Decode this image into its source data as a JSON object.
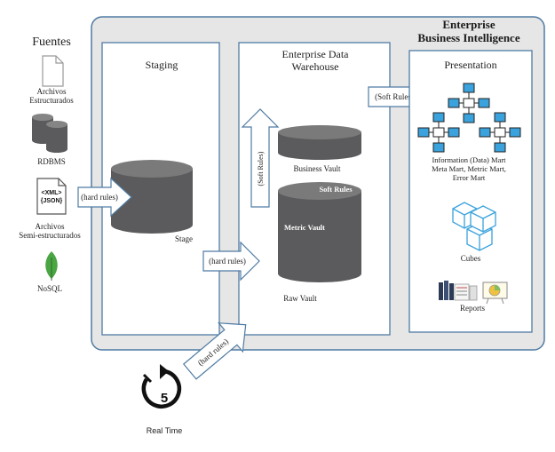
{
  "title_line1": "Enterprise",
  "title_line2": "Business Intelligence",
  "sources": {
    "title": "Fuentes",
    "structured_line1": "Archivos",
    "structured_line2": "Estructurados",
    "rdbms": "RDBMS",
    "xml_tag": "<XML>",
    "json_tag": "{JSON}",
    "semi_line1": "Archivos",
    "semi_line2": "Semi-estructurados",
    "nosql": "NoSQL"
  },
  "staging": {
    "title": "Staging",
    "stage": "Stage"
  },
  "edw": {
    "title_line1": "Enterprise Data",
    "title_line2": "Warehouse",
    "soft_rules_vertical": "(Soft Rules)",
    "business_vault": "Business Vault",
    "soft_rules": "Soft Rules",
    "metric_vault": "Metric Vault",
    "raw_vault": "Raw Vault"
  },
  "presentation": {
    "title": "Presentation",
    "marts_line1": "Information (Data) Mart",
    "marts_line2": "Meta Mart, Metric Mart,",
    "marts_line3": "Error Mart",
    "cubes": "Cubes",
    "reports": "Reports"
  },
  "arrows": {
    "hard_rules_1": "(hard rules)",
    "hard_rules_2": "(hard rules)",
    "hard_rules_3": "(hard rules)",
    "soft_rules": "(Soft Rules)"
  },
  "realtime": {
    "number": "5",
    "label": "Real Time"
  },
  "colors": {
    "panel": "#e5e5e5",
    "border": "#4f7ba3",
    "cylinder": "#5b5b5d",
    "node_blue": "#3aa2dc",
    "nosql_green": "#4aa543"
  }
}
